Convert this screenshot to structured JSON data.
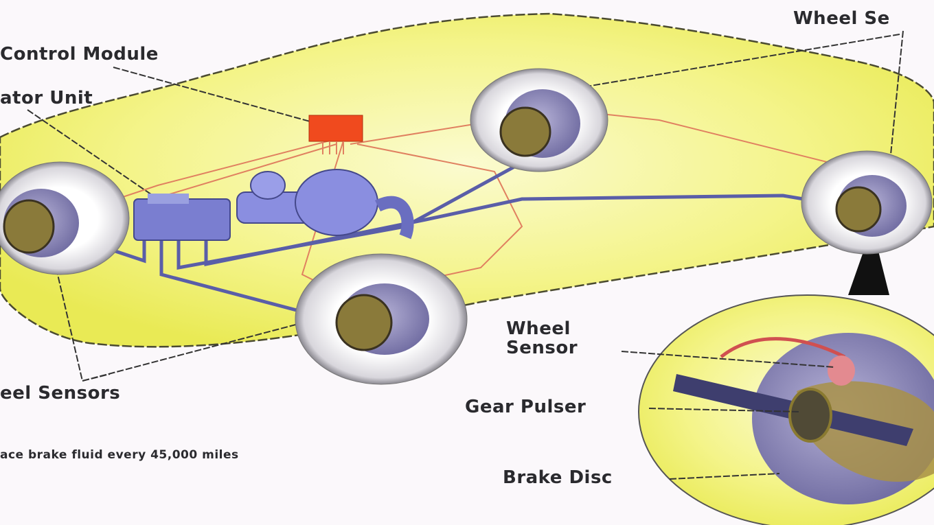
{
  "labels": {
    "control_module": "Control Module",
    "modulator_unit": "ator Unit",
    "wheel_sensor_top": "Wheel Se",
    "wheel_sensors_left": "eel Sensors",
    "note": "ace brake fluid every 45,000 miles",
    "inset_wheel_sensor_line1": "Wheel",
    "inset_wheel_sensor_line2": "Sensor",
    "gear_pulser": "Gear Pulser",
    "brake_disc": "Brake Disc"
  },
  "colors": {
    "car_body": "#f2f27a",
    "wiring": "#e07050",
    "brake_lines": "#5a5ea8",
    "control_module": "#f04a1e",
    "tire": "#e9e7ea"
  }
}
